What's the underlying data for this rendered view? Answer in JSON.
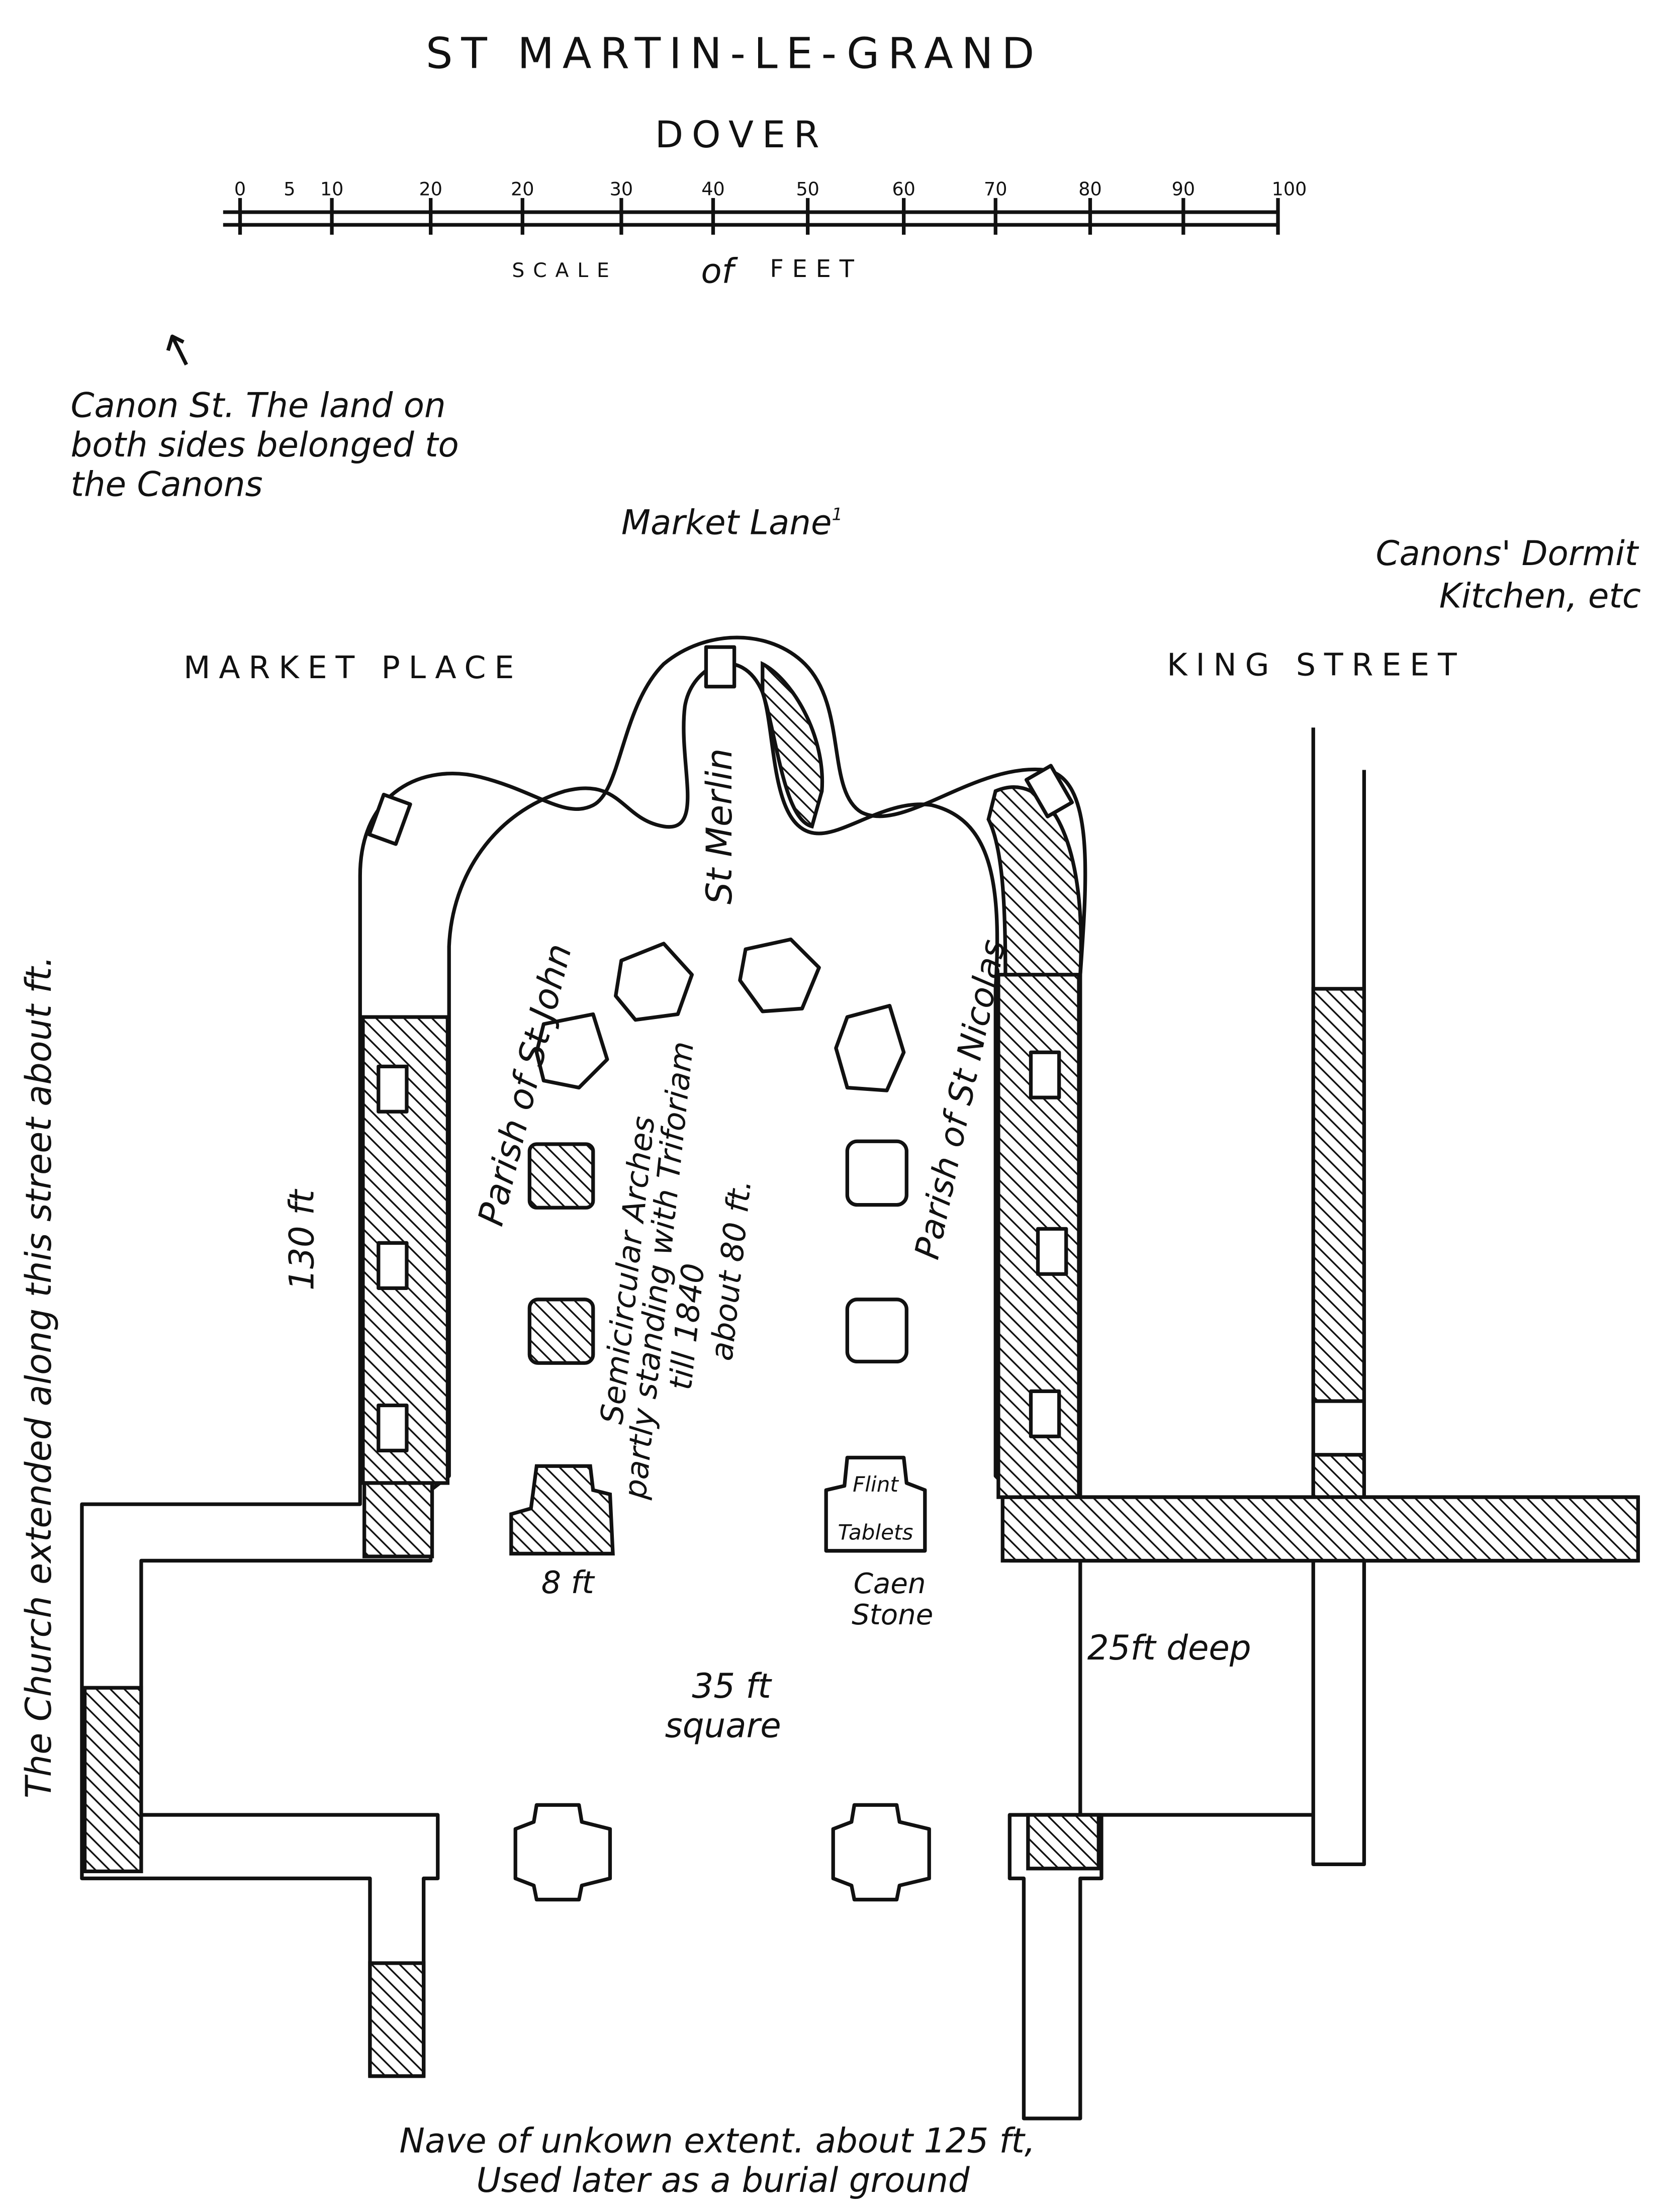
{
  "title": "ST MARTIN-LE-GRAND",
  "subtitle": "DOVER",
  "scale": {
    "ticks": [
      "0",
      "5",
      "10",
      "20",
      "20",
      "30",
      "40",
      "50",
      "60",
      "70",
      "80",
      "90",
      "100"
    ],
    "label_a": "SCALE",
    "label_of": "of",
    "label_b": "FEET"
  },
  "notes": {
    "canon_st": [
      "Canon St. The land on",
      "both sides belonged to",
      "the Canons"
    ],
    "market_lane": "Market Lane",
    "market_lane_sup": "1",
    "canons_dormit": [
      "Canons' Dormit",
      "Kitchen, etc"
    ],
    "market_place": "MARKET PLACE",
    "king_street": "KING STREET",
    "church_extended": "The Church extended along this street about        ft.",
    "length_130": "130 ft",
    "parish_st_john": "Parish of St John",
    "st_merlin": "St Merlin",
    "parish_st_nicolas": "Parish of St Nicolas",
    "arches": [
      "Semicircular Arches",
      "partly standing with Triforiam",
      "till 1840",
      "about 80 ft."
    ],
    "pier_8ft": "8 ft",
    "flint_tablets": [
      "Flint",
      "Tablets"
    ],
    "caen_stone": [
      "Caen",
      "Stone"
    ],
    "deep_25": "25ft deep",
    "square_35": [
      "35 ft",
      "square"
    ],
    "nave": [
      "Nave of unkown extent. about 125 ft,",
      "Used later as a burial ground"
    ]
  }
}
